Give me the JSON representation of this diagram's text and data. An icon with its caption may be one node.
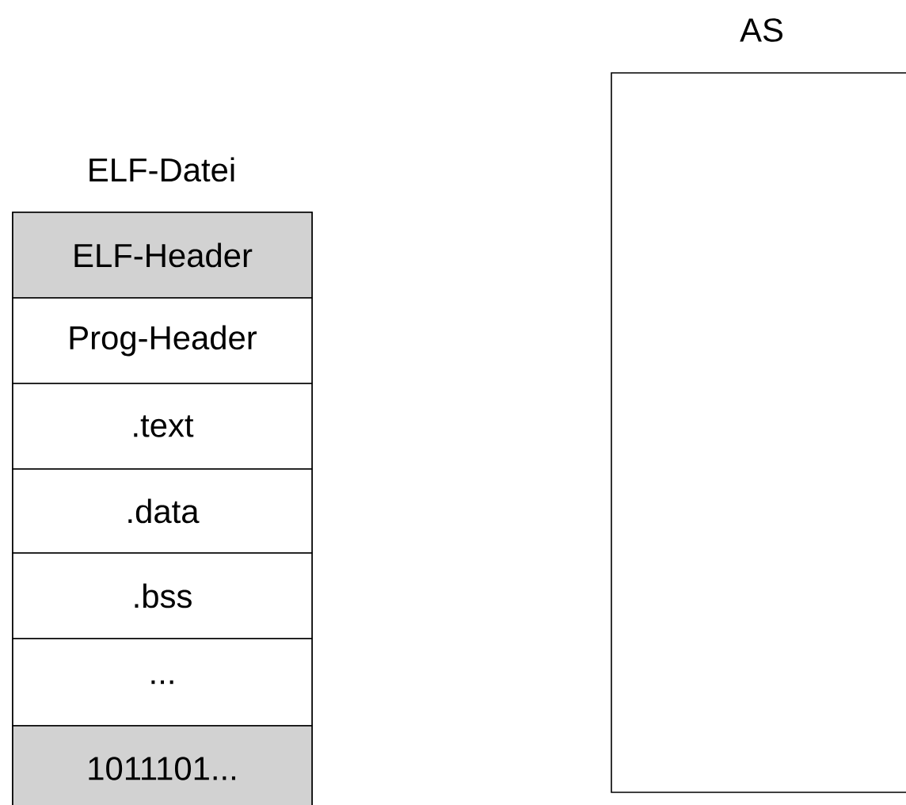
{
  "diagram": {
    "nodes": [
      {
        "text": [
          "ELF-Datei"
        ]
      },
      {
        "text": [
          "ELF-Header"
        ],
        "in": 0
      },
      {
        "text": [
          "Prog-Header"
        ],
        "in": 0
      },
      {
        "text": [
          ".text"
        ],
        "in": 0
      },
      {
        "text": [
          ".data"
        ],
        "in": 0
      },
      {
        "text": [
          ".bss"
        ],
        "in": 0
      },
      {
        "text": [
          "..."
        ],
        "in": 0
      },
      {
        "text": [
          "1011101..."
        ],
        "in": 0
      },
      {
        "text": [
          "AS"
        ]
      }
    ]
  }
}
